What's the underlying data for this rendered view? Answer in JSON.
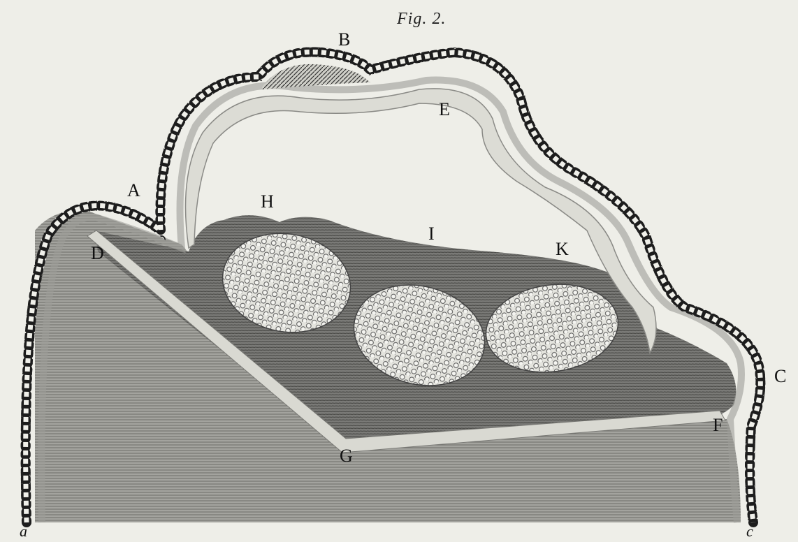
{
  "figure": {
    "title": "Fig. 2.",
    "labels": {
      "A": "A",
      "B": "B",
      "C": "C",
      "D": "D",
      "E": "E",
      "F": "F",
      "G": "G",
      "H": "H",
      "I": "I",
      "K": "K",
      "a": "a",
      "c": "c"
    }
  },
  "colors": {
    "paper": "#eeeee8",
    "ink": "#1a1a1a",
    "dark_mass": "#6f6f6f",
    "base_tissue": "#9a9a96",
    "light_band": "#d8d8d2"
  }
}
